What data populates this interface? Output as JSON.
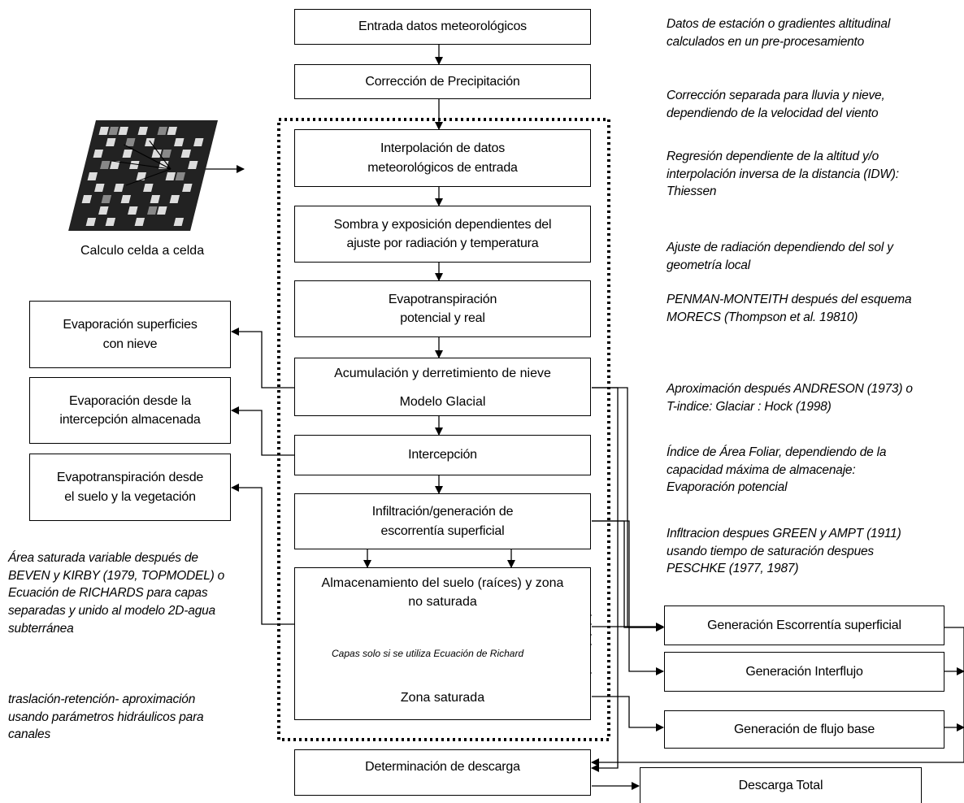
{
  "flow": {
    "entrada": "Entrada datos meteorológicos",
    "correccion": "Corrección de Precipitación",
    "interpolacion": "Interpolación de datos\nmeteorológicos de entrada",
    "sombra": "Sombra y exposición dependientes del\najuste por radiación y temperatura",
    "evapotranspiracion": "Evapotranspiración\npotencial y real",
    "acumulacion": "Acumulación y derretimiento de nieve",
    "modelo_glacial": "Modelo Glacial",
    "intercepcion": "Intercepción",
    "infiltracion": "Infiltración/generación de\nescorrentía superficial",
    "almacenamiento": "Almacenamiento del suelo (raíces) y zona\nno saturada",
    "capas": "Capas solo si se utiliza Ecuación de Richard",
    "zona_saturada": "Zona saturada",
    "determinacion": "Determinación de descarga"
  },
  "left": {
    "calculo": "Calculo celda a celda",
    "evap_nieve": "Evaporación superficies\ncon nieve",
    "evap_intercepcion": "Evaporación desde la\nintercepción almacenada",
    "evap_suelo": "Evapotranspiración desde\nel suelo y la vegetación",
    "note_area": "Área saturada variable después de\nBEVEN  y KIRBY (1979, TOPMODEL) o\nEcuación de RICHARDS para capas\nseparadas y unido  al modelo 2D-agua\nsubterránea",
    "note_traslacion": "traslación-retención- aproximación\nusando parámetros hidráulicos para\ncanales"
  },
  "right": {
    "escorrentia": "Generación Escorrentía superficial",
    "interflujo": "Generación Interflujo",
    "flujo_base": "Generación de flujo base",
    "descarga_total": "Descarga Total"
  },
  "notes": {
    "n1": "Datos de estación o gradientes altitudinal\ncalculados en un pre-procesamiento",
    "n2": "Corrección separada para lluvia y nieve,\ndependiendo de la velocidad del viento",
    "n3": "Regresión dependiente de la altitud  y/o\ninterpolación inversa de la distancia (IDW):\nThiessen",
    "n4": "Ajuste de radiación dependiendo del sol y\ngeometría local",
    "n5": "PENMAN-MONTEITH después del esquema\nMORECS (Thompson et al. 19810)",
    "n6": "Aproximación después ANDRESON (1973) o\nT-indice: Glaciar : Hock (1998)",
    "n7": "Índice de Área Foliar, dependiendo de la\ncapacidad máxima de almacenaje:\nEvaporación potencial",
    "n8": "Infltracion despues GREEN y AMPT (1911)\nusando tiempo de saturación despues\nPESCHKE (1977, 1987)"
  }
}
